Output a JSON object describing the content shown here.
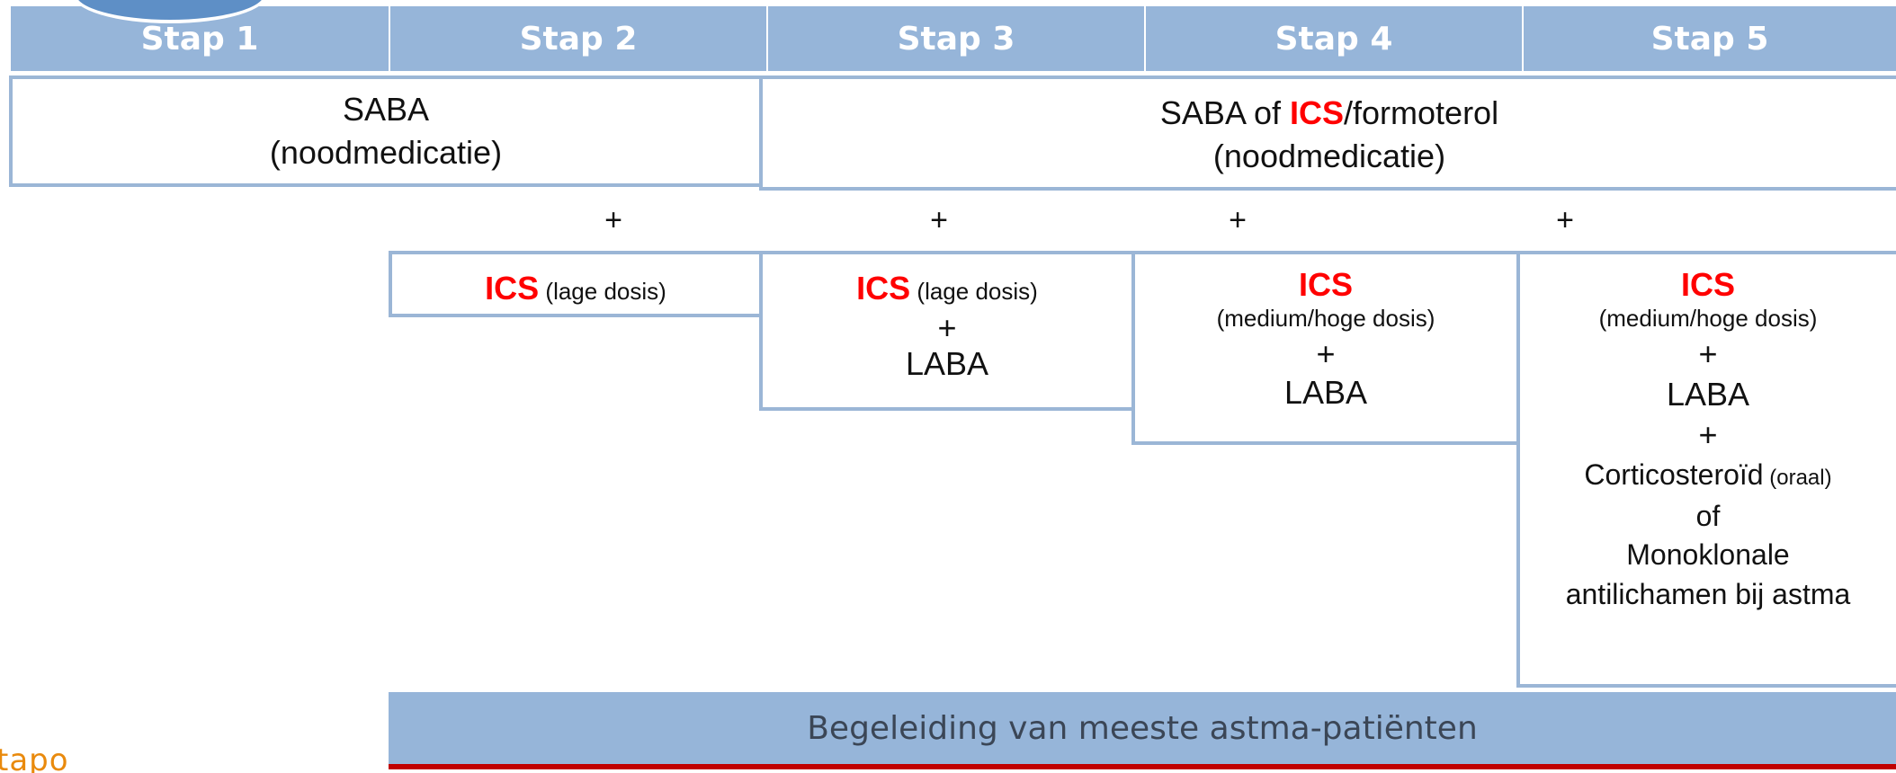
{
  "steps": [
    "Stap 1",
    "Stap 2",
    "Stap 3",
    "Stap 4",
    "Stap 5"
  ],
  "reliever": {
    "step1": {
      "line1": "SABA",
      "line2": "(noodmedicatie)"
    },
    "step3to5": {
      "prefix": "SABA of ",
      "ics": "ICS",
      "suffix": "/formoterol",
      "line2": "(noodmedicatie)"
    }
  },
  "plus": "+",
  "controllers": {
    "stap2": {
      "ics": "ICS",
      "dose": " (lage dosis)"
    },
    "stap3": {
      "ics": "ICS",
      "dose": " (lage dosis)",
      "plus": "+",
      "laba": "LABA"
    },
    "stap4": {
      "ics": "ICS",
      "dose": "(medium/hoge dosis)",
      "plus": "+",
      "laba": "LABA"
    },
    "stap5": {
      "ics": "ICS",
      "dose": "(medium/hoge dosis)",
      "plus1": "+",
      "laba": "LABA",
      "plus2": "+",
      "cortico": "Corticosteroïd",
      "cortico_note": " (oraal)",
      "of": "of",
      "mono1": "Monoklonale",
      "mono2": "antilichamen bij astma"
    }
  },
  "footer": {
    "text": "Begeleiding van meeste astma-patiënten"
  },
  "logo_fragment": "tapo",
  "colors": {
    "header": "#96b5d9",
    "border": "#9bb6d6",
    "ics": "#ff0000",
    "footer_line": "#c00000",
    "logo": "#e98a0d"
  }
}
